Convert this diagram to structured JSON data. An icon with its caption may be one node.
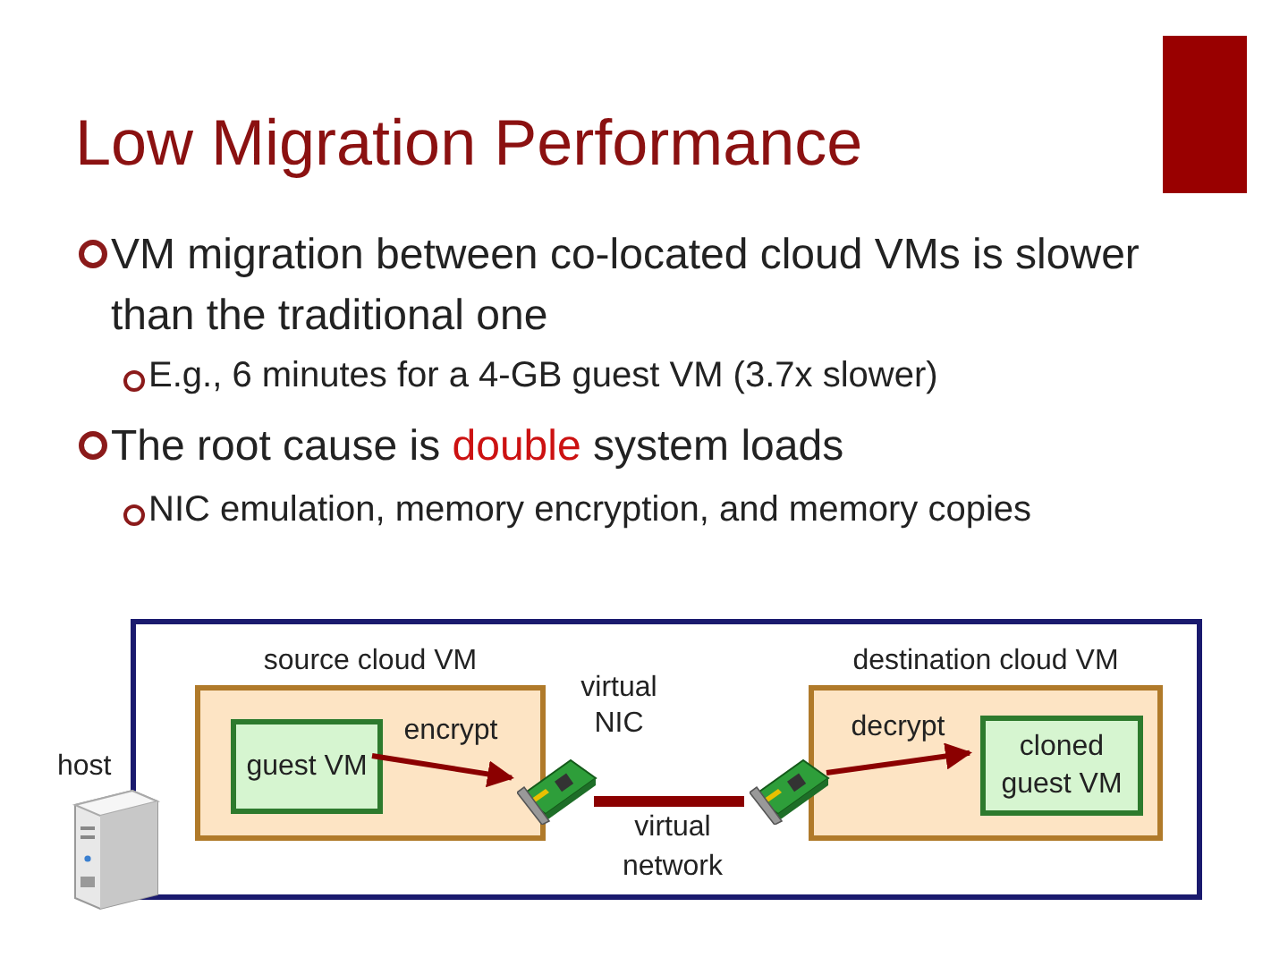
{
  "diagram": {
    "title": "Low Migration Performance",
    "nodes": [
      {
        "text": [
          "host"
        ]
      },
      {
        "text": [
          "source cloud VM"
        ],
        "in": 0
      },
      {
        "text": [
          "guest VM"
        ],
        "in": 1
      },
      {
        "text": [],
        "shape": "picture",
        "beside": [
          "virtual NIC"
        ],
        "in": 0
      },
      {
        "text": [
          "destination cloud VM"
        ],
        "in": 0
      },
      {
        "text": [],
        "shape": "picture",
        "in": 0
      },
      {
        "text": [
          "cloned guest VM"
        ],
        "in": 4
      }
    ],
    "edges": [
      {
        "from": 2,
        "to": 3,
        "arrow": "to",
        "label": "encrypt"
      },
      {
        "from": 3,
        "to": 5,
        "arrow": "none",
        "label": "virtual network",
        "style": "thick"
      },
      {
        "from": 5,
        "to": 6,
        "arrow": "to",
        "label": "decrypt"
      }
    ],
    "labels": [
      "VM migration between co-located cloud VMs is slower than the traditional one",
      "E.g., 6 minutes for a 4-GB guest VM (3.7x slower)",
      "The root cause is",
      "double",
      "system loads",
      "NIC emulation, memory encryption, and memory copies"
    ]
  }
}
